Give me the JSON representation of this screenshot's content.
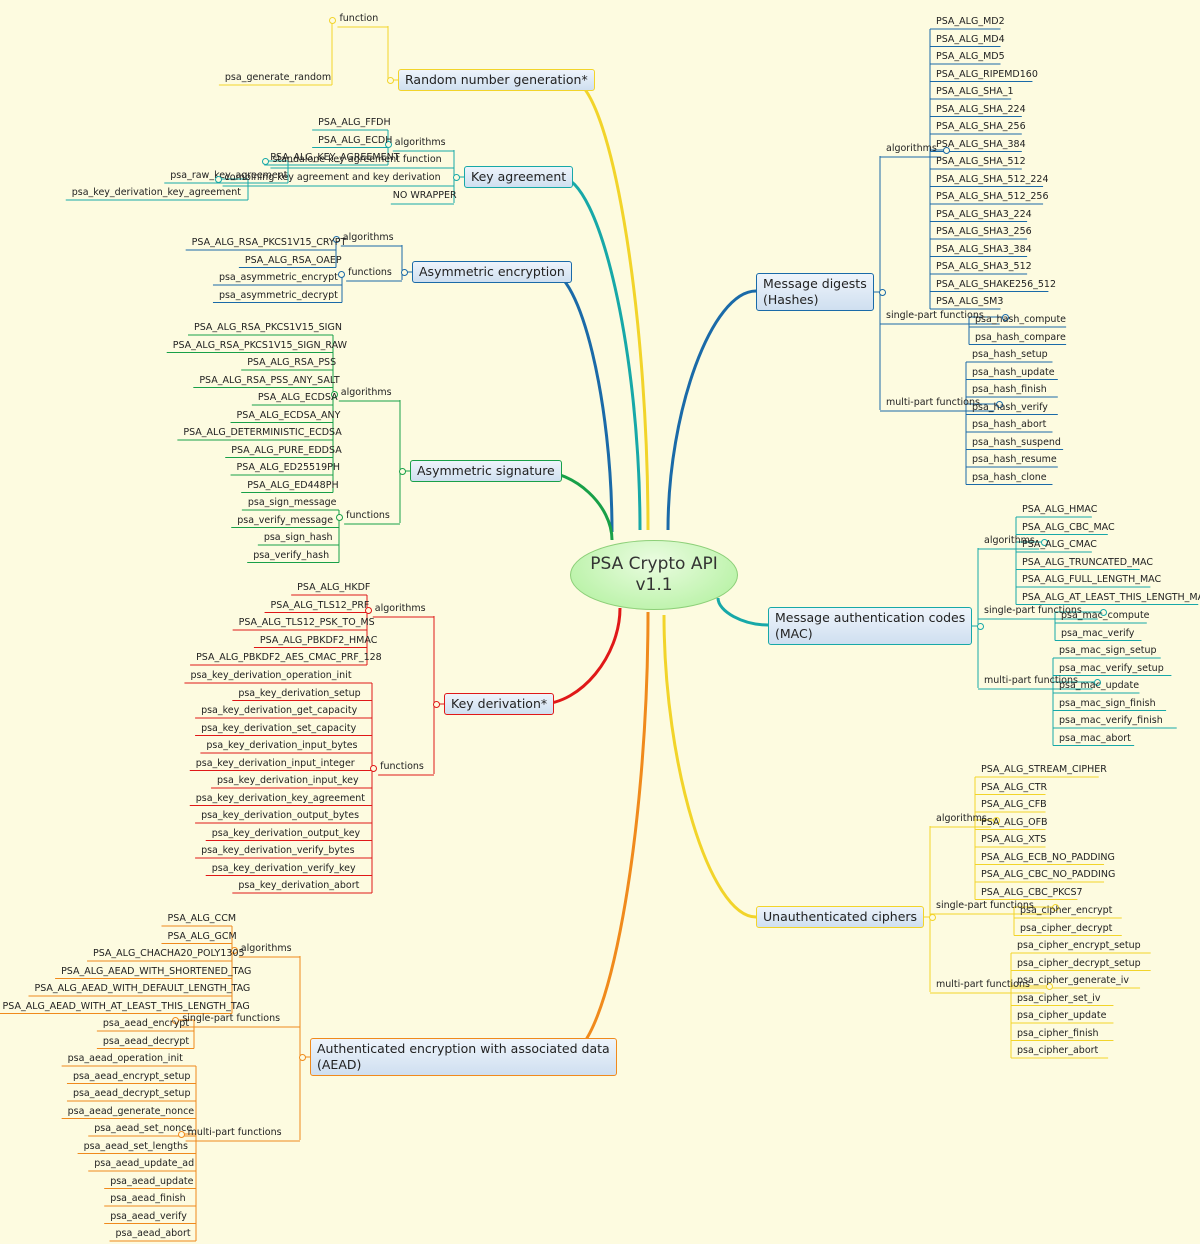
{
  "center": {
    "line1": "PSA Crypto API",
    "line2": "v1.1"
  },
  "branches": [
    {
      "id": "rng",
      "color": "#f2d42a",
      "topic": {
        "label": "Random number generation*",
        "l1": "Random number generation*"
      },
      "groups": [
        {
          "label": "function",
          "leaves": [
            "psa_generate_random"
          ]
        }
      ]
    },
    {
      "id": "ka",
      "color": "#17a8a8",
      "topic": {
        "label": "Key agreement",
        "l1": "Key agreement"
      },
      "groups": [
        {
          "label": "algorithms",
          "leaves": [
            "PSA_ALG_FFDH",
            "PSA_ALG_ECDH",
            "PSA_ALG_KEY_AGREEMENT"
          ]
        },
        {
          "label": "standalone key agreement function",
          "leaves": [
            "psa_raw_key_agreement"
          ]
        },
        {
          "label": "combining key agreement and key derivation",
          "leaves": [
            "psa_key_derivation_key_agreement"
          ]
        },
        {
          "label": "NO WRAPPER",
          "leaves": []
        }
      ]
    },
    {
      "id": "ae",
      "color": "#1a6aa8",
      "topic": {
        "label": "Asymmetric encryption",
        "l1": "Asymmetric encryption"
      },
      "groups": [
        {
          "label": "algorithms",
          "leaves": [
            "PSA_ALG_RSA_PKCS1V15_CRYPT",
            "PSA_ALG_RSA_OAEP"
          ]
        },
        {
          "label": "functions",
          "leaves": [
            "psa_asymmetric_encrypt",
            "psa_asymmetric_decrypt"
          ]
        }
      ]
    },
    {
      "id": "as",
      "color": "#18a048",
      "topic": {
        "label": "Asymmetric signature",
        "l1": "Asymmetric signature"
      },
      "groups": [
        {
          "label": "algorithms",
          "leaves": [
            "PSA_ALG_RSA_PKCS1V15_SIGN",
            "PSA_ALG_RSA_PKCS1V15_SIGN_RAW",
            "PSA_ALG_RSA_PSS",
            "PSA_ALG_RSA_PSS_ANY_SALT",
            "PSA_ALG_ECDSA",
            "PSA_ALG_ECDSA_ANY",
            "PSA_ALG_DETERMINISTIC_ECDSA",
            "PSA_ALG_PURE_EDDSA",
            "PSA_ALG_ED25519PH",
            "PSA_ALG_ED448PH"
          ]
        },
        {
          "label": "functions",
          "leaves": [
            "psa_sign_message",
            "psa_verify_message",
            "psa_sign_hash",
            "psa_verify_hash"
          ]
        }
      ]
    },
    {
      "id": "kd",
      "color": "#e01818",
      "topic": {
        "label": "Key derivation*",
        "l1": "Key derivation*"
      },
      "groups": [
        {
          "label": "algorithms",
          "leaves": [
            "PSA_ALG_HKDF",
            "PSA_ALG_TLS12_PRF",
            "PSA_ALG_TLS12_PSK_TO_MS",
            "PSA_ALG_PBKDF2_HMAC",
            "PSA_ALG_PBKDF2_AES_CMAC_PRF_128"
          ]
        },
        {
          "label": "functions",
          "leaves": [
            "psa_key_derivation_operation_init",
            "psa_key_derivation_setup",
            "psa_key_derivation_get_capacity",
            "psa_key_derivation_set_capacity",
            "psa_key_derivation_input_bytes",
            "psa_key_derivation_input_integer",
            "psa_key_derivation_input_key",
            "psa_key_derivation_key_agreement",
            "psa_key_derivation_output_bytes",
            "psa_key_derivation_output_key",
            "psa_key_derivation_verify_bytes",
            "psa_key_derivation_verify_key",
            "psa_key_derivation_abort"
          ]
        }
      ]
    },
    {
      "id": "aead",
      "color": "#f08a1c",
      "topic": {
        "label": "Authenticated encryption with associated data (AEAD)",
        "l1": "Authenticated encryption with associated data",
        "l2": "(AEAD)"
      },
      "groups": [
        {
          "label": "algorithms",
          "leaves": [
            "PSA_ALG_CCM",
            "PSA_ALG_GCM",
            "PSA_ALG_CHACHA20_POLY1305",
            "PSA_ALG_AEAD_WITH_SHORTENED_TAG",
            "PSA_ALG_AEAD_WITH_DEFAULT_LENGTH_TAG",
            "PSA_ALG_AEAD_WITH_AT_LEAST_THIS_LENGTH_TAG"
          ]
        },
        {
          "label": "single-part functions",
          "leaves": [
            "psa_aead_encrypt",
            "psa_aead_decrypt"
          ]
        },
        {
          "label": "multi-part functions",
          "leaves": [
            "psa_aead_operation_init",
            "psa_aead_encrypt_setup",
            "psa_aead_decrypt_setup",
            "psa_aead_generate_nonce",
            "psa_aead_set_nonce",
            "psa_aead_set_lengths",
            "psa_aead_update_ad",
            "psa_aead_update",
            "psa_aead_finish",
            "psa_aead_verify",
            "psa_aead_abort"
          ]
        }
      ]
    },
    {
      "id": "md",
      "color": "#1a6aa8",
      "topic": {
        "label": "Message digests (Hashes)",
        "l1": "Message digests",
        "l2": "(Hashes)"
      },
      "groups": [
        {
          "label": "algorithms",
          "leaves": [
            "PSA_ALG_MD2",
            "PSA_ALG_MD4",
            "PSA_ALG_MD5",
            "PSA_ALG_RIPEMD160",
            "PSA_ALG_SHA_1",
            "PSA_ALG_SHA_224",
            "PSA_ALG_SHA_256",
            "PSA_ALG_SHA_384",
            "PSA_ALG_SHA_512",
            "PSA_ALG_SHA_512_224",
            "PSA_ALG_SHA_512_256",
            "PSA_ALG_SHA3_224",
            "PSA_ALG_SHA3_256",
            "PSA_ALG_SHA3_384",
            "PSA_ALG_SHA3_512",
            "PSA_ALG_SHAKE256_512",
            "PSA_ALG_SM3"
          ]
        },
        {
          "label": "single-part functions",
          "leaves": [
            "psa_hash_compute",
            "psa_hash_compare"
          ]
        },
        {
          "label": "multi-part functions",
          "leaves": [
            "psa_hash_setup",
            "psa_hash_update",
            "psa_hash_finish",
            "psa_hash_verify",
            "psa_hash_abort",
            "psa_hash_suspend",
            "psa_hash_resume",
            "psa_hash_clone"
          ]
        }
      ]
    },
    {
      "id": "mac",
      "color": "#17a8a8",
      "topic": {
        "label": "Message authentication codes (MAC)",
        "l1": "Message authentication codes",
        "l2": "(MAC)"
      },
      "groups": [
        {
          "label": "algorithms",
          "leaves": [
            "PSA_ALG_HMAC",
            "PSA_ALG_CBC_MAC",
            "PSA_ALG_CMAC",
            "PSA_ALG_TRUNCATED_MAC",
            "PSA_ALG_FULL_LENGTH_MAC",
            "PSA_ALG_AT_LEAST_THIS_LENGTH_MAC"
          ]
        },
        {
          "label": "single-part functions",
          "leaves": [
            "psa_mac_compute",
            "psa_mac_verify"
          ]
        },
        {
          "label": "multi-part functions",
          "leaves": [
            "psa_mac_sign_setup",
            "psa_mac_verify_setup",
            "psa_mac_update",
            "psa_mac_sign_finish",
            "psa_mac_verify_finish",
            "psa_mac_abort"
          ]
        }
      ]
    },
    {
      "id": "uc",
      "color": "#f2d42a",
      "topic": {
        "label": "Unauthenticated ciphers",
        "l1": "Unauthenticated ciphers"
      },
      "groups": [
        {
          "label": "algorithms",
          "leaves": [
            "PSA_ALG_STREAM_CIPHER",
            "PSA_ALG_CTR",
            "PSA_ALG_CFB",
            "PSA_ALG_OFB",
            "PSA_ALG_XTS",
            "PSA_ALG_ECB_NO_PADDING",
            "PSA_ALG_CBC_NO_PADDING",
            "PSA_ALG_CBC_PKCS7"
          ]
        },
        {
          "label": "single-part functions",
          "leaves": [
            "psa_cipher_encrypt",
            "psa_cipher_decrypt"
          ]
        },
        {
          "label": "multi-part functions",
          "leaves": [
            "psa_cipher_encrypt_setup",
            "psa_cipher_decrypt_setup",
            "psa_cipher_generate_iv",
            "psa_cipher_set_iv",
            "psa_cipher_update",
            "psa_cipher_finish",
            "psa_cipher_abort"
          ]
        }
      ]
    }
  ]
}
